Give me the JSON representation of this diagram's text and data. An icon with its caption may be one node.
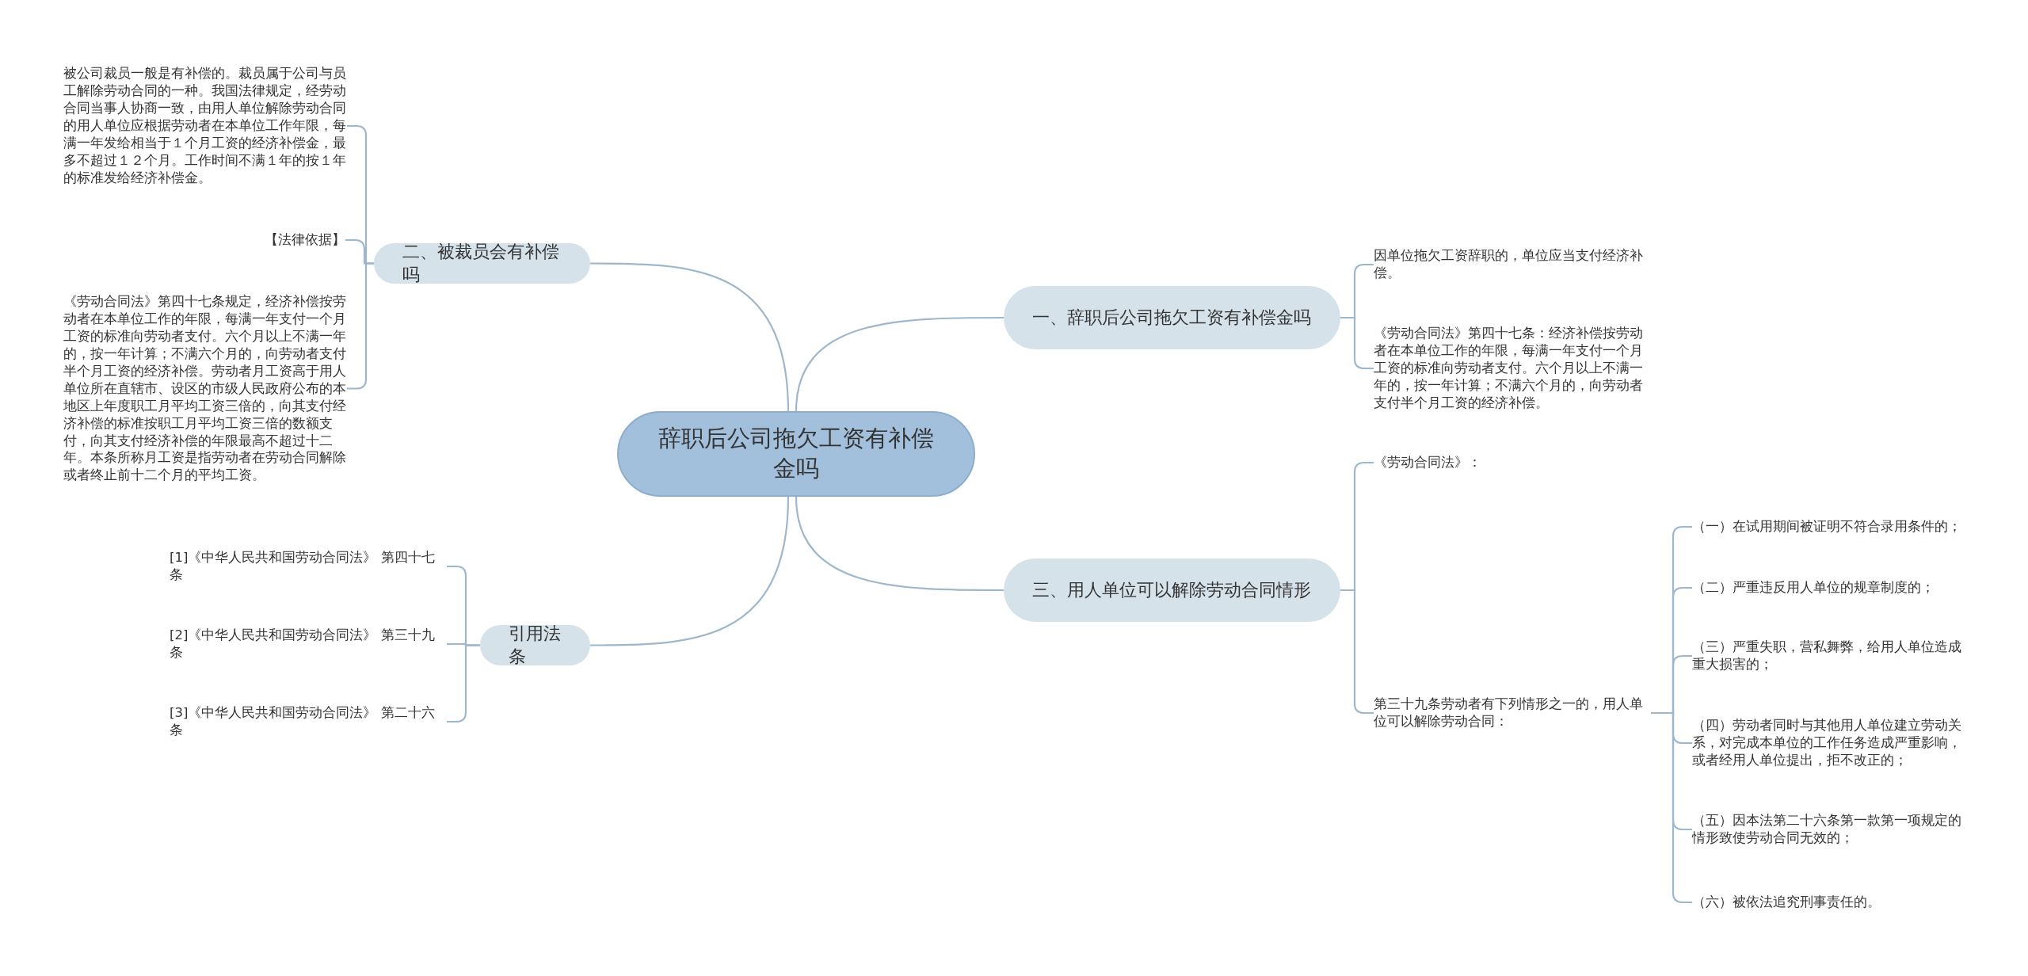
{
  "diagram": {
    "nodes": [
      {
        "text": [
          "辞职后公司拖欠工资有补偿金吗"
        ]
      },
      {
        "text": [
          "一、辞职后公司拖欠工资有补偿金吗"
        ]
      },
      {
        "text": [
          "因单位拖欠工资辞职的，单位应当支付经济补偿。"
        ]
      },
      {
        "text": [
          "《劳动合同法》第四十七条：经济补偿按劳动者在本单位工作的年限，每满一年支付一个月工资的标准向劳动者支付。六个月以上不满一年的，按一年计算；不满六个月的，向劳动者支付半个月工资的经济补偿。"
        ]
      },
      {
        "text": [
          "二、被裁员会有补偿吗"
        ]
      },
      {
        "text": [
          "被公司裁员一般是有补偿的。裁员属于公司与员工解除劳动合同的一种。我国法律规定，经劳动合同当事人协商一致，由用人单位解除劳动合同的用人单位应根据劳动者在本单位工作年限，每满一年发给相当于１个月工资的经济补偿金，最多不超过１２个月。工作时间不满１年的按１年的标准发给经济补偿金。"
        ]
      },
      {
        "text": [
          "【法律依据】"
        ]
      },
      {
        "text": [
          "《劳动合同法》第四十七条规定，经济补偿按劳动者在本单位工作的年限，每满一年支付一个月工资的标准向劳动者支付。六个月以上不满一年的，按一年计算；不满六个月的，向劳动者支付半个月工资的经济补偿。劳动者月工资高于用人单位所在直辖市、设区的市级人民政府公布的本地区上年度职工月平均工资三倍的，向其支付经济补偿的标准按职工月平均工资三倍的数额支付，向其支付经济补偿的年限最高不超过十二年。本条所称月工资是指劳动者在劳动合同解除或者终止前十二个月的平均工资。"
        ]
      },
      {
        "text": [
          "三、用人单位可以解除劳动合同情形"
        ]
      },
      {
        "text": [
          "《劳动合同法》："
        ]
      },
      {
        "text": [
          "第三十九条劳动者有下列情形之一的，用人单位可以解除劳动合同："
        ]
      },
      {
        "text": [
          "（一）在试用期间被证明不符合录用条件的；"
        ]
      },
      {
        "text": [
          "（二）严重违反用人单位的规章制度的；"
        ]
      },
      {
        "text": [
          "（三）严重失职，营私舞弊，给用人单位造成重大损害的；"
        ]
      },
      {
        "text": [
          "（四）劳动者同时与其他用人单位建立劳动关系，对完成本单位的工作任务造成严重影响，或者经用人单位提出，拒不改正的；"
        ]
      },
      {
        "text": [
          "（五）因本法第二十六条第一款第一项规定的情形致使劳动合同无效的；"
        ]
      },
      {
        "text": [
          "（六）被依法追究刑事责任的。"
        ]
      },
      {
        "text": [
          "引用法条"
        ]
      },
      {
        "text": [
          "[1]《中华人民共和国劳动合同法》 第四十七条"
        ]
      },
      {
        "text": [
          "[2]《中华人民共和国劳动合同法》 第三十九条"
        ]
      },
      {
        "text": [
          "[3]《中华人民共和国劳动合同法》 第二十六条"
        ]
      }
    ],
    "edges": [
      {
        "from": 0,
        "to": 1,
        "arrow": "none"
      },
      {
        "from": 1,
        "to": 2,
        "arrow": "none"
      },
      {
        "from": 1,
        "to": 3,
        "arrow": "none"
      },
      {
        "from": 0,
        "to": 4,
        "arrow": "none"
      },
      {
        "from": 4,
        "to": 5,
        "arrow": "none"
      },
      {
        "from": 4,
        "to": 6,
        "arrow": "none"
      },
      {
        "from": 4,
        "to": 7,
        "arrow": "none"
      },
      {
        "from": 0,
        "to": 8,
        "arrow": "none"
      },
      {
        "from": 8,
        "to": 9,
        "arrow": "none"
      },
      {
        "from": 8,
        "to": 10,
        "arrow": "none"
      },
      {
        "from": 10,
        "to": 11,
        "arrow": "none"
      },
      {
        "from": 10,
        "to": 12,
        "arrow": "none"
      },
      {
        "from": 10,
        "to": 13,
        "arrow": "none"
      },
      {
        "from": 10,
        "to": 14,
        "arrow": "none"
      },
      {
        "from": 10,
        "to": 15,
        "arrow": "none"
      },
      {
        "from": 10,
        "to": 16,
        "arrow": "none"
      },
      {
        "from": 0,
        "to": 17,
        "arrow": "none"
      },
      {
        "from": 17,
        "to": 18,
        "arrow": "none"
      },
      {
        "from": 17,
        "to": 19,
        "arrow": "none"
      },
      {
        "from": 17,
        "to": 20,
        "arrow": "none"
      }
    ]
  }
}
